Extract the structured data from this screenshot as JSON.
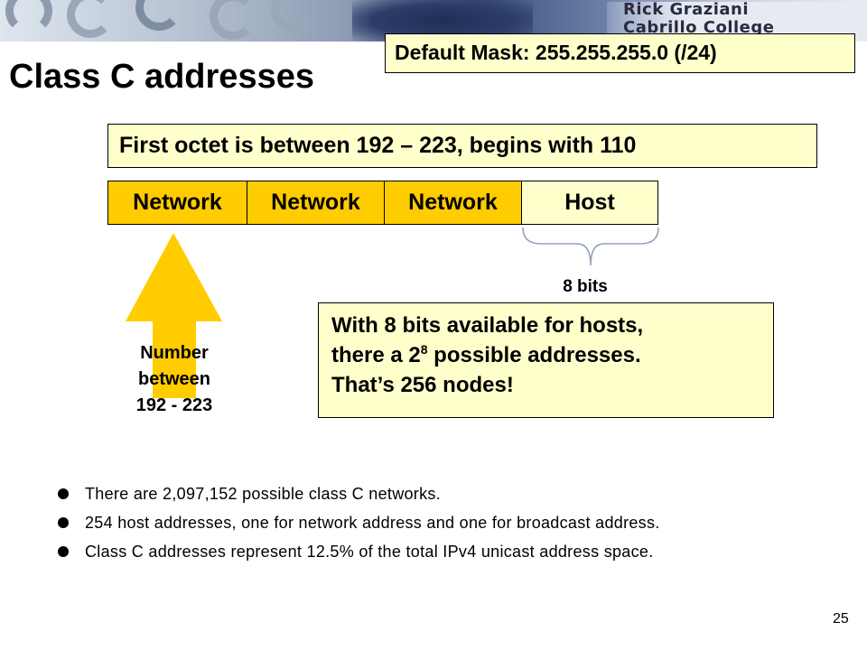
{
  "header": {
    "author_name": "Rick Graziani",
    "author_org": "Cabrillo College"
  },
  "default_mask": "Default Mask: 255.255.255.0 (/24)",
  "title": "Class C addresses",
  "first_octet": "First octet is between 192 – 223, begins with 110",
  "fields": [
    "Network",
    "Network",
    "Network",
    "Host"
  ],
  "host_bits_label": "8 bits",
  "arrow_label": [
    "Number",
    "between",
    "192 - 223"
  ],
  "hosts_note": {
    "line1": "With 8 bits available for hosts,",
    "line2_pre": "there a 2",
    "line2_sup": "8",
    "line2_post": " possible addresses.",
    "line3": "That’s 256 nodes!"
  },
  "bullets": [
    "There are 2,097,152 possible class C networks.",
    "254 host addresses, one for network address and one for broadcast address.",
    "Class C addresses represent 12.5% of the total IPv4 unicast address space."
  ],
  "page_number": "25",
  "colors": {
    "network_fill": "#ffcc00",
    "note_fill": "#ffffcc",
    "brace": "#8fa0b8"
  }
}
